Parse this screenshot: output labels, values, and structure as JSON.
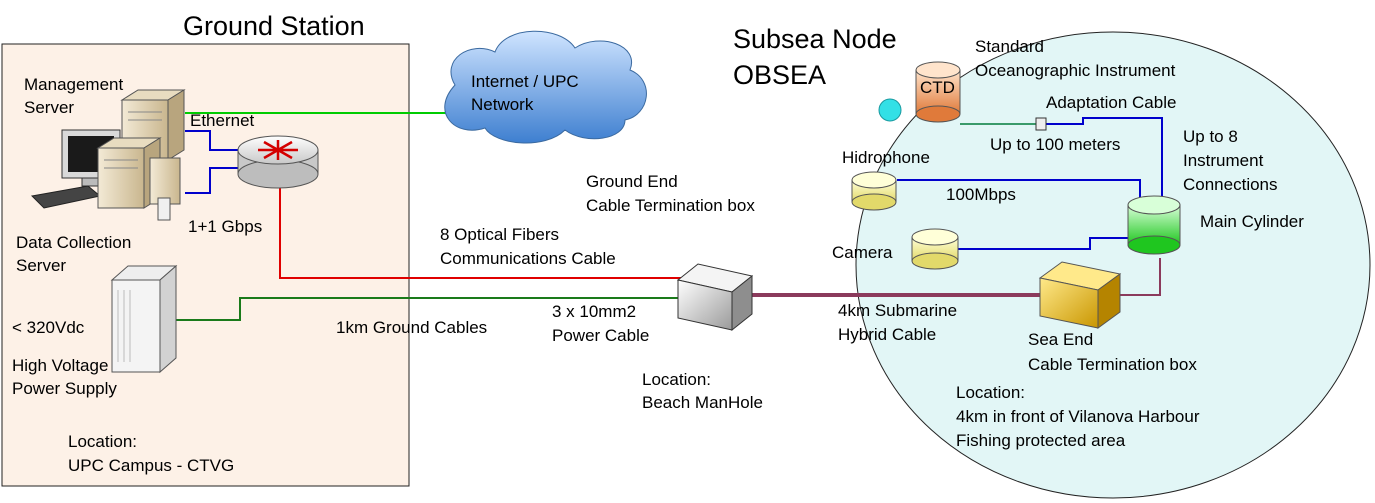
{
  "ground_station": {
    "title": "Ground Station",
    "management_server": [
      "Management",
      "Server"
    ],
    "ethernet": "Ethernet",
    "data_collection_server": [
      "Data Collection",
      "Server"
    ],
    "link_speed": "1+1 Gbps",
    "voltage": "< 320Vdc",
    "power_supply": [
      "High Voltage",
      "Power Supply"
    ],
    "location": [
      "Location:",
      "UPC Campus - CTVG"
    ]
  },
  "network": {
    "cloud_label": [
      "Internet / UPC",
      "Network"
    ]
  },
  "beach": {
    "ground_end_box": [
      "Ground End",
      "Cable Termination box"
    ],
    "optical_fibers": [
      "8 Optical Fibers",
      "Communications Cable"
    ],
    "ground_cables": "1km Ground Cables",
    "power_cable": [
      "3 x 10mm2",
      "Power Cable"
    ],
    "location": [
      "Location:",
      "Beach ManHole"
    ]
  },
  "subsea": {
    "title": [
      "Subsea Node",
      "OBSEA"
    ],
    "standard_instrument": [
      "Standard",
      "Oceanographic Instrument"
    ],
    "ctd": "CTD",
    "adaptation_cable": "Adaptation Cable",
    "distance": "Up to 100 meters",
    "connections": [
      "Up to 8",
      "Instrument",
      "Connections"
    ],
    "hidrophone": "Hidrophone",
    "bandwidth": "100Mbps",
    "main_cylinder": "Main Cylinder",
    "camera": "Camera",
    "submarine_cable": [
      "4km Submarine",
      "Hybrid Cable"
    ],
    "sea_end_box": [
      "Sea End",
      "Cable Termination box"
    ],
    "location": [
      "Location:",
      "4km in front of Vilanova Harbour",
      "Fishing protected area"
    ]
  },
  "colors": {
    "ethernet_line": "#00cc00",
    "lan_line": "#0000cc",
    "fiber_line": "#e00000",
    "power_line": "#1a7a1a",
    "hybrid_cable": "#8b3a5c",
    "sea_circle": "#e2f6f6",
    "station_box": "#fdf1e7"
  }
}
